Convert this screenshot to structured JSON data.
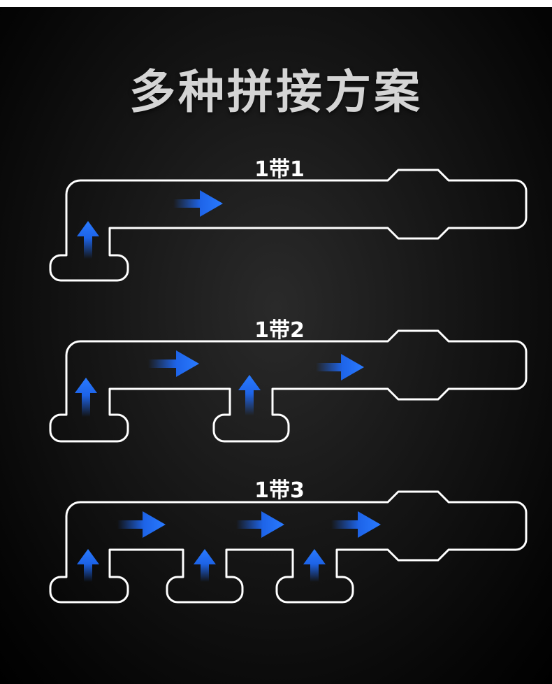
{
  "title": "多种拼接方案",
  "configs": [
    {
      "label": "1带1"
    },
    {
      "label": "1带2"
    },
    {
      "label": "1带3"
    }
  ],
  "colors": {
    "arrow": "#1e6cff",
    "outline": "#ffffff",
    "title": "#d4d4d4"
  }
}
